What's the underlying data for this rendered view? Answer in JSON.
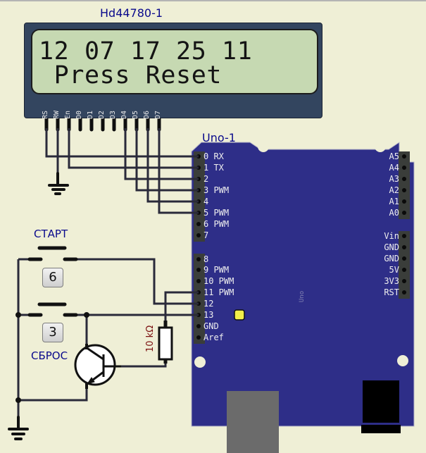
{
  "lcd": {
    "name": "Hd44780-1",
    "line1": "12 07 17 25 11",
    "line2": " Press Reset",
    "pins": [
      "RS",
      "RW",
      "En",
      "D0",
      "D1",
      "D2",
      "D3",
      "D4",
      "D5",
      "D6",
      "D7"
    ]
  },
  "uno": {
    "name": "Uno-1",
    "board_mark": "Uno",
    "left_pins": [
      "0 RX",
      "1 TX",
      "2",
      "3 PWM",
      "4",
      "5 PWM",
      "6 PWM",
      "7",
      "8",
      "9 PWM",
      "10 PWM",
      "11 PWM",
      "12",
      "13",
      "GND",
      "Aref"
    ],
    "right_pins_analog": [
      "A5",
      "A4",
      "A3",
      "A2",
      "A1",
      "A0"
    ],
    "right_pins_power": [
      "Vin",
      "GND",
      "GND",
      "5V",
      "3V3",
      "RST"
    ],
    "led_color": "#f2ef4a",
    "board_color": "#2e2e88"
  },
  "buttons": {
    "start": {
      "label": "СТАРТ",
      "key": "6"
    },
    "reset": {
      "label": "СБРОС",
      "key": "3"
    }
  },
  "resistor": {
    "value": "10 kΩ"
  },
  "colors": {
    "background": "#efefd6",
    "wire": "#2a2a3a",
    "label_blue": "#0a0a8c",
    "resistor_label": "#7b1010"
  }
}
